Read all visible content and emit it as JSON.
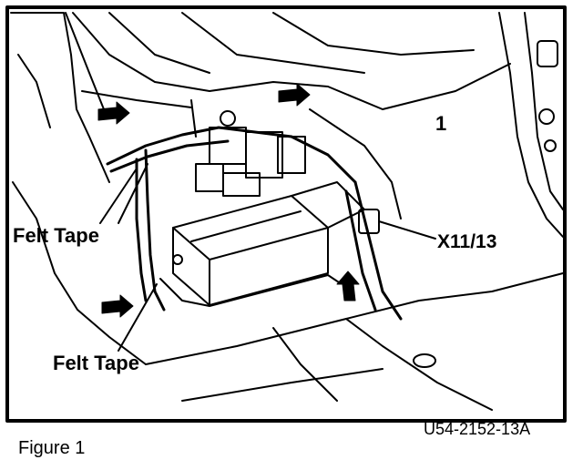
{
  "labels": {
    "felt_tape_upper": "Felt Tape",
    "felt_tape_lower": "Felt Tape",
    "connector": "X11/13",
    "component_number": "1",
    "figure_caption": "Figure 1",
    "drawing_code": "U54-2152-13A"
  },
  "colors": {
    "ink": "#000000",
    "paper": "#ffffff"
  }
}
